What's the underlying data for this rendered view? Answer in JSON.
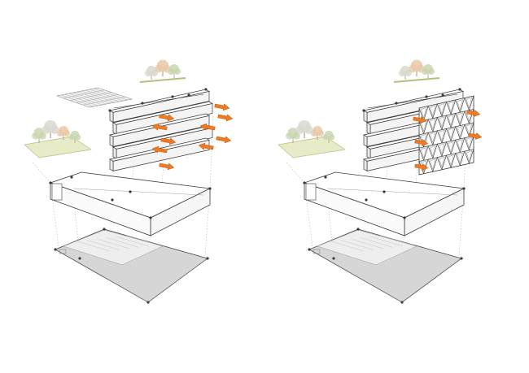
{
  "colors": {
    "background": "#ffffff",
    "line": "#3a3a3a",
    "guide": "#b8b8b8",
    "slab_fill": "#ffffff",
    "slab_side": "#f4f4f4",
    "footprint": "#d6d6d6",
    "arrow": "#ee7a22",
    "arrow_dark": "#c85a12",
    "green_plane": "#e7ebc8",
    "green_plane_edge": "#b6bf7a",
    "tree_warm": "#e8c9a8",
    "tree_green": "#c9d6b0",
    "tree_gray": "#d8d8d0"
  },
  "diagrams": [
    {
      "id": "left",
      "variant": "open-floor-plates",
      "facade": "none",
      "stack_levels": 5,
      "flow_arrows": 10
    },
    {
      "id": "right",
      "variant": "lattice-facade",
      "facade": "triangular-lattice",
      "stack_levels": 5,
      "flow_arrows": 5
    }
  ],
  "icons": {
    "tree": "tree-icon",
    "arrow": "airflow-arrow-icon",
    "solar": "solar-panel-icon"
  }
}
